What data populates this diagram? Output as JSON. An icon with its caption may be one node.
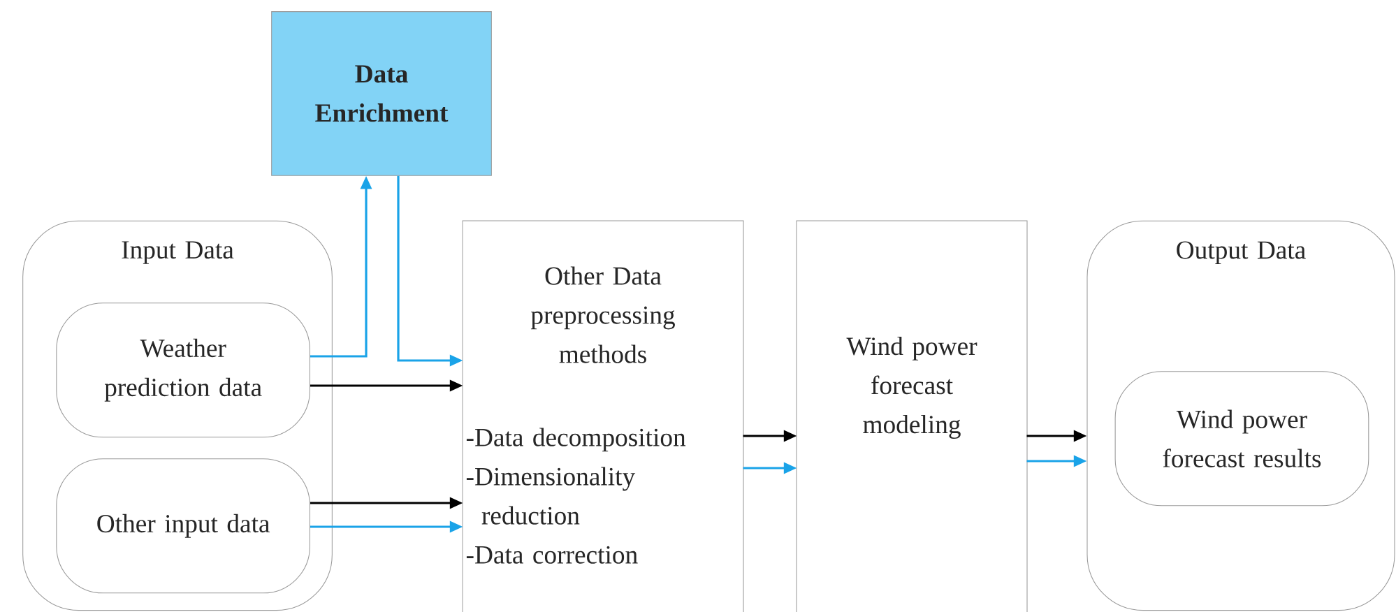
{
  "diagram": {
    "nodes": [
      {
        "text": [
          "Data Enrichment"
        ]
      },
      {
        "text": [
          "Input Data"
        ]
      },
      {
        "text": [
          "Weather prediction data"
        ],
        "in": 1
      },
      {
        "text": [
          "Other input data"
        ],
        "in": 1
      },
      {
        "text": [
          "Other Data preprocessing methods",
          "-Data decomposition",
          "-Dimensionality reduction",
          "-Data correction"
        ]
      },
      {
        "text": [
          "Wind power forecast modeling"
        ]
      },
      {
        "text": [
          "Output Data"
        ]
      },
      {
        "text": [
          "Wind power forecast results"
        ],
        "in": 6
      }
    ],
    "edges": [
      {
        "from": 2,
        "to": 0,
        "arrow": "to"
      },
      {
        "from": 0,
        "to": 4,
        "arrow": "to"
      },
      {
        "from": 2,
        "to": 4,
        "arrow": "to",
        "color": "#000000"
      },
      {
        "from": 3,
        "to": 4,
        "arrow": "to",
        "color": "#000000"
      },
      {
        "from": 3,
        "to": 4,
        "arrow": "to"
      },
      {
        "from": 4,
        "to": 5,
        "arrow": "to",
        "color": "#000000"
      },
      {
        "from": 4,
        "to": 5,
        "arrow": "to"
      },
      {
        "from": 5,
        "to": 6,
        "arrow": "to",
        "color": "#000000"
      },
      {
        "from": 5,
        "to": 6,
        "arrow": "to"
      }
    ]
  }
}
